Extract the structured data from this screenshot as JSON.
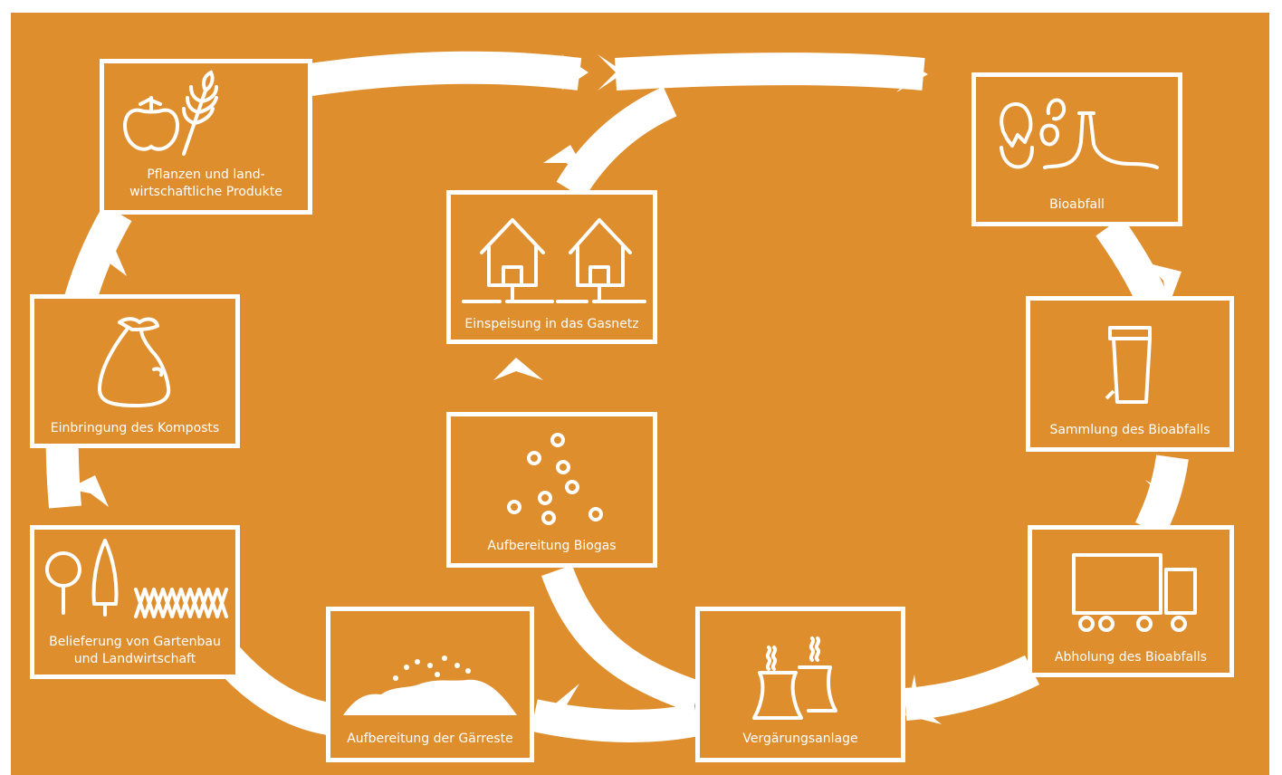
{
  "theme": {
    "background": "#df8e2e",
    "foreground": "#ffffff"
  },
  "nodes": {
    "pflanzen": {
      "label_line1": "Pflanzen und land-",
      "label_line2": "wirtschaftliche Produkte",
      "icon": "apple-wheat-icon"
    },
    "bioabfall": {
      "label": "Bioabfall",
      "icon": "food-scraps-icon"
    },
    "sammlung": {
      "label": "Sammlung des Bioabfalls",
      "icon": "waste-bin-icon"
    },
    "abholung": {
      "label": "Abholung des Bioabfalls",
      "icon": "truck-icon"
    },
    "vergaerung": {
      "label": "Vergärungsanlage",
      "icon": "plant-towers-icon"
    },
    "gaerreste": {
      "label": "Aufbereitung der Gärreste",
      "icon": "compost-heap-icon"
    },
    "belieferung": {
      "label_line1": "Belieferung von Gartenbau",
      "label_line2": "und Landwirtschaft",
      "icon": "trees-hedge-icon"
    },
    "einbringung": {
      "label": "Einbringung des Komposts",
      "icon": "sack-icon"
    },
    "biogas": {
      "label": "Aufbereitung Biogas",
      "icon": "gas-bubbles-icon"
    },
    "gasnetz": {
      "label": "Einspeisung in das Gasnetz",
      "icon": "houses-pipeline-icon"
    }
  }
}
